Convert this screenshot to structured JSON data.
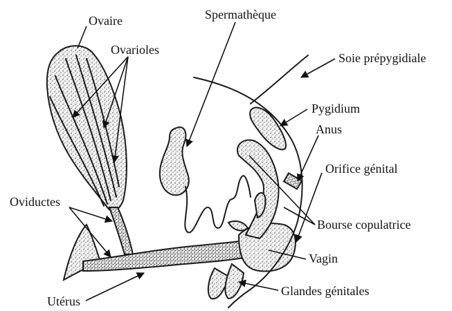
{
  "labels": {
    "ovaire": "Ovaire",
    "ovarioles": "Ovarioles",
    "spermatheque": "Spermathèque",
    "soie_prepygidiale": "Soie prépygidiale",
    "pygidium": "Pygidium",
    "anus": "Anus",
    "orifice_genital": "Orifice génital",
    "oviductes": "Oviductes",
    "bourse_copulatrice": "Bourse copulatrice",
    "vagin": "Vagin",
    "uterus": "Utérus",
    "glandes_genitales": "Glandes génitales"
  }
}
